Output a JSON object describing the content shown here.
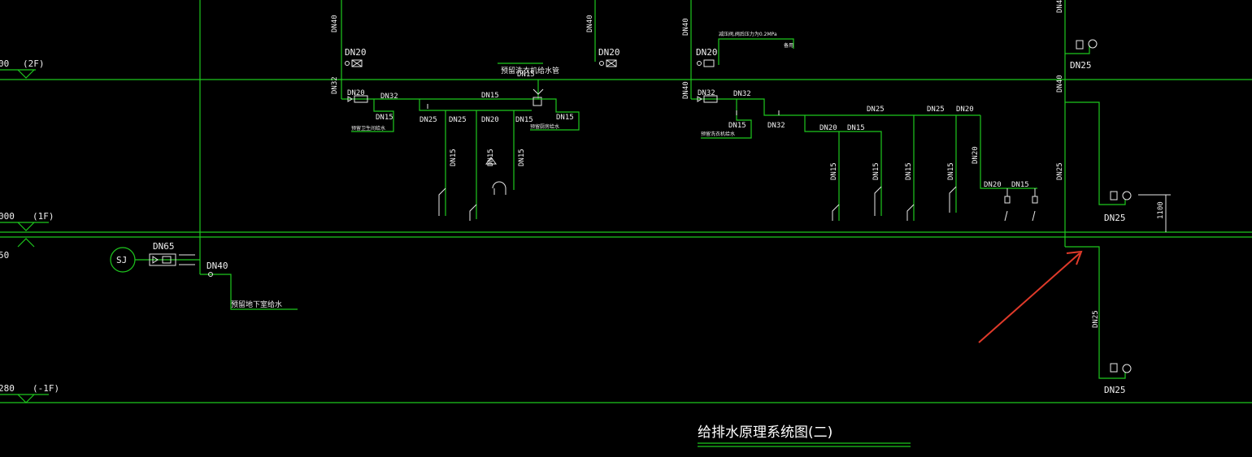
{
  "title": "给排水原理系统图(二)",
  "colors": {
    "background": "#000000",
    "pipe": "#1ec81e",
    "text": "#f0f0f0",
    "annotation": "#e03a2a"
  },
  "levels": {
    "f2": "(2F)",
    "f1": "(1F)",
    "b1": "(-1F)",
    "f2_num": "00",
    "f1_num": "000",
    "b1_num": "280",
    "mid_num": "50"
  },
  "riser1": {
    "dn_top": "DN40",
    "dn_small_a": "DN20",
    "dn_small_b": "DN20",
    "dn32": "DN32",
    "dn15_a": "DN15",
    "dn25": "DN25",
    "dn25_b": "DN25",
    "dn20": "DN20",
    "dn15_b": "DN15",
    "dn15_c": "DN15",
    "dn15_d": "DN15",
    "dn15_e": "DN15",
    "dn15_f": "DN15",
    "dn15_g": "DN15",
    "dn15_h": "DN15",
    "dn20_top": "DN20",
    "dn32_left": "DN32",
    "note_a": "预留卫生间给水",
    "note_b": "预留厨房给水",
    "note_c": "预留洗衣机给水管"
  },
  "riser2": {
    "dn_top": "DN40",
    "dn_mid": "DN40",
    "dn20": "DN20",
    "dn32": "DN32",
    "dn15_a": "DN15",
    "dn32_b": "DN32",
    "dn25_a": "DN25",
    "dn25_b": "DN25",
    "dn20_a": "DN20",
    "dn20_b": "DN20",
    "dn15_b": "DN15",
    "dn15_c": "DN15",
    "dn15_d": "DN15",
    "dn15_e": "DN15",
    "dn15_f": "DN15",
    "dn20_c": "DN20",
    "dn20_d": "DN20",
    "dn15_g": "DN15",
    "note_pressure": "减压阀,阀后压力为0.2MPa",
    "note_side": "备用",
    "note_bottom": "预留洗衣机给水"
  },
  "riser3": {
    "dn_top": "DN40",
    "dn25_a": "DN25",
    "dn_mid": "DN40",
    "dn25_vert": "DN25",
    "dn25_b": "DN25",
    "dim": "1100",
    "dn25_vert_b": "DN25",
    "dn25_c": "DN25"
  },
  "meter": {
    "label": "SJ",
    "dn": "DN65",
    "dn_branch": "DN40",
    "note": "预留地下室给水"
  }
}
